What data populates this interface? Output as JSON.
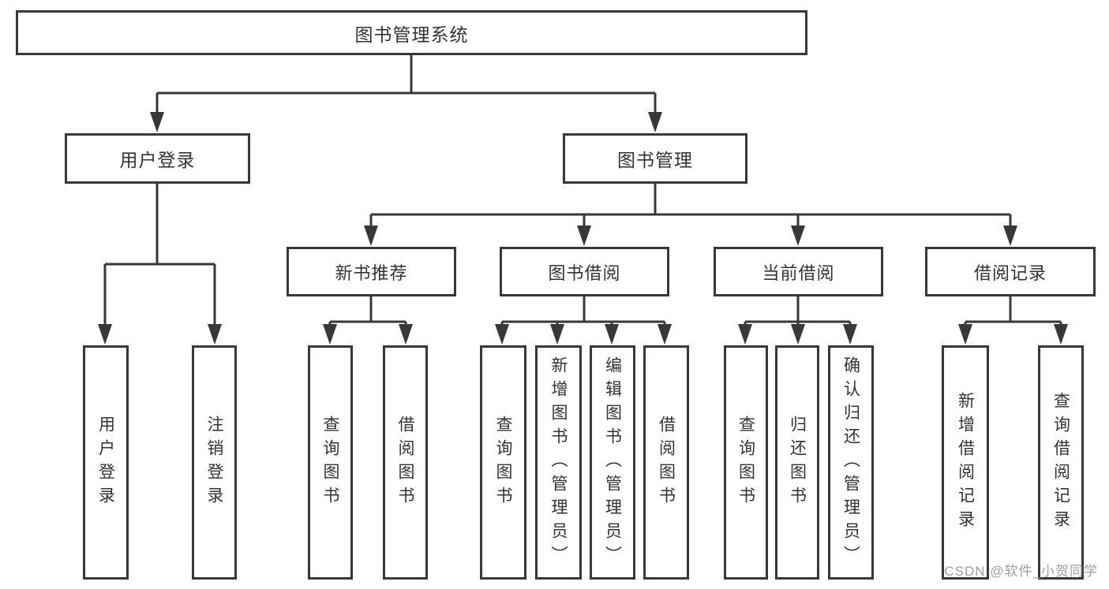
{
  "tree": {
    "root": "图书管理系统",
    "user_login_branch": {
      "label": "用户登录",
      "leaves": [
        "用户登录",
        "注销登录"
      ]
    },
    "book_mgmt_branch": {
      "label": "图书管理",
      "children": [
        {
          "label": "新书推荐",
          "leaves": [
            "查询图书",
            "借阅图书"
          ]
        },
        {
          "label": "图书借阅",
          "leaves": [
            "查询图书",
            "新增图书（管理员）",
            "编辑图书（管理员）",
            "借阅图书"
          ]
        },
        {
          "label": "当前借阅",
          "leaves": [
            "查询图书",
            "归还图书",
            "确认归还（管理员）"
          ]
        },
        {
          "label": "借阅记录",
          "leaves": [
            "新增借阅记录",
            "查询借阅记录"
          ]
        }
      ]
    },
    "watermark": "CSDN @软件_小贺同学",
    "colors": {
      "line": "#383838",
      "box_fill": "#ffffff",
      "text": "#333333",
      "watermark": "#9e9e9e"
    }
  }
}
